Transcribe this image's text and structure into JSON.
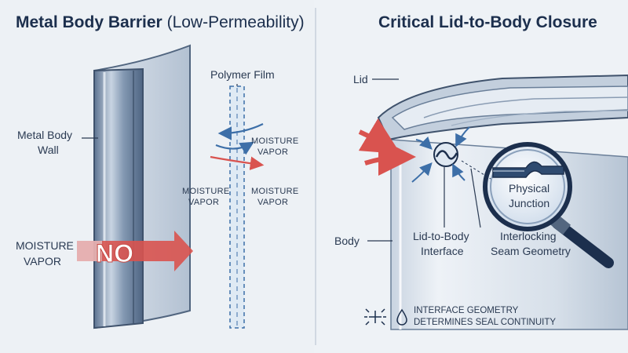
{
  "left": {
    "title_bold": "Metal Body Barrier",
    "title_light": "(Low-Permeability)",
    "metal_wall_line1": "Metal Body",
    "metal_wall_line2": "Wall",
    "moisture_line1": "MOISTURE",
    "moisture_line2": "VAPOR",
    "no_label": "NO",
    "polymer_film": "Polymer Film",
    "vapor_right_top_1": "MOISTURE",
    "vapor_right_top_2": "VAPOR",
    "vapor_left_1": "MOISTURE",
    "vapor_left_2": "VAPOR",
    "vapor_right_bottom_1": "MOISTURE",
    "vapor_right_bottom_2": "VAPOR"
  },
  "right": {
    "title": "Critical Lid-to-Body Closure",
    "lid": "Lid",
    "body": "Body",
    "interface_line1": "Lid-to-Body",
    "interface_line2": "Interface",
    "physical_line1": "Physical",
    "physical_line2": "Junction",
    "seam_line1": "Interlocking",
    "seam_line2": "Seam Geometry",
    "note_line1": "INTERFACE GEOMETRY",
    "note_line2": "DETERMINES SEAL CONTINUITY"
  },
  "colors": {
    "arrow_red": "#d9534f",
    "arrow_blue": "#3d6fa8",
    "metal_dark": "#5f7692",
    "navy": "#1c2f4d"
  }
}
